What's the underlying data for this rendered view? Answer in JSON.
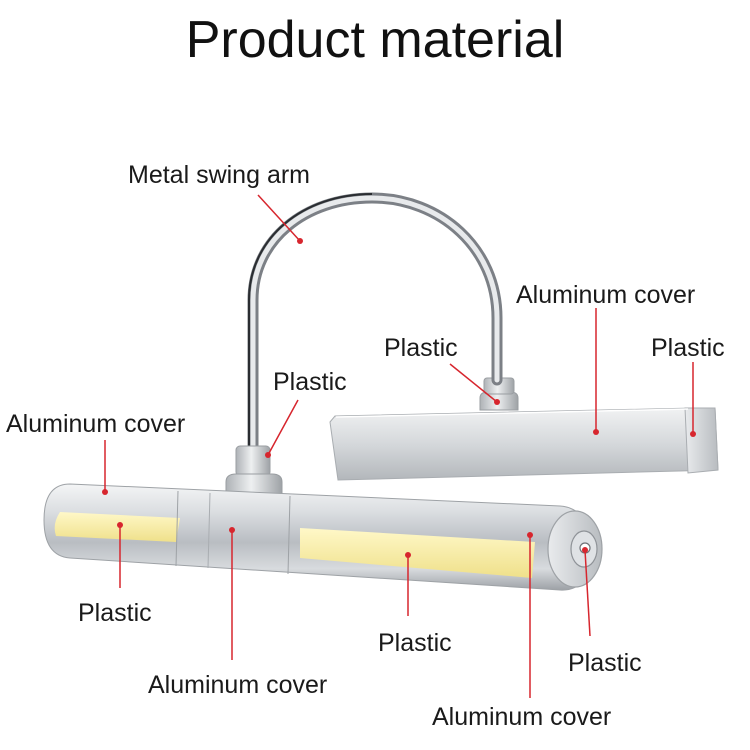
{
  "title": "Product material",
  "labels": {
    "swing_arm": "Metal swing arm",
    "aluminum_cover_back": "Aluminum cover",
    "plastic_back_mount": "Plastic",
    "plastic_back_end": "Plastic",
    "plastic_front_mount": "Plastic",
    "aluminum_cover_left": "Aluminum cover",
    "plastic_left_lens": "Plastic",
    "plastic_right_lens": "Plastic",
    "plastic_end_cap": "Plastic",
    "aluminum_cover_middle": "Aluminum cover",
    "aluminum_cover_right": "Aluminum cover"
  },
  "colors": {
    "leader": "#d7262e",
    "led": "#f3e79a",
    "metal": "#c9ccd0"
  }
}
